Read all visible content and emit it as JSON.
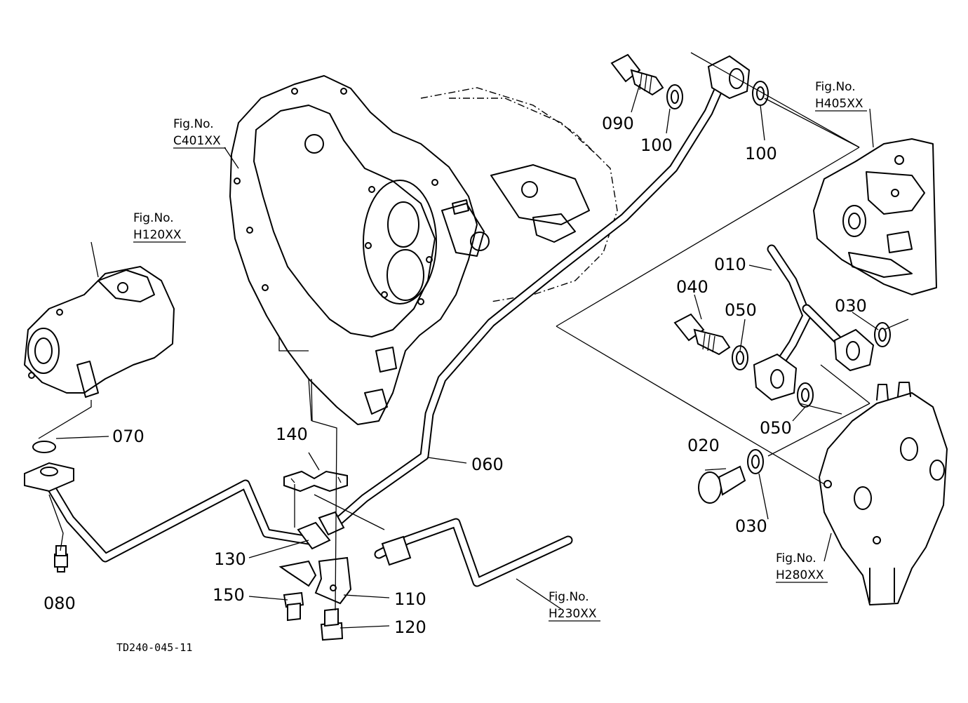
{
  "part_labels": {
    "p010": "010",
    "p020": "020",
    "p030a": "030",
    "p030b": "030",
    "p040": "040",
    "p050a": "050",
    "p050b": "050",
    "p060": "060",
    "p070": "070",
    "p080": "080",
    "p090": "090",
    "p100a": "100",
    "p100b": "100",
    "p110": "110",
    "p120": "120",
    "p130": "130",
    "p140": "140",
    "p150": "150"
  },
  "figure_refs": {
    "c401": {
      "head": "Fig.No.",
      "code": "C401XX"
    },
    "h120": {
      "head": "Fig.No.",
      "code": "H120XX"
    },
    "h405": {
      "head": "Fig.No.",
      "code": "H405XX"
    },
    "h280": {
      "head": "Fig.No.",
      "code": "H280XX"
    },
    "h230": {
      "head": "Fig.No.",
      "code": "H230XX"
    }
  },
  "drawing_code": "TD240-045-11"
}
